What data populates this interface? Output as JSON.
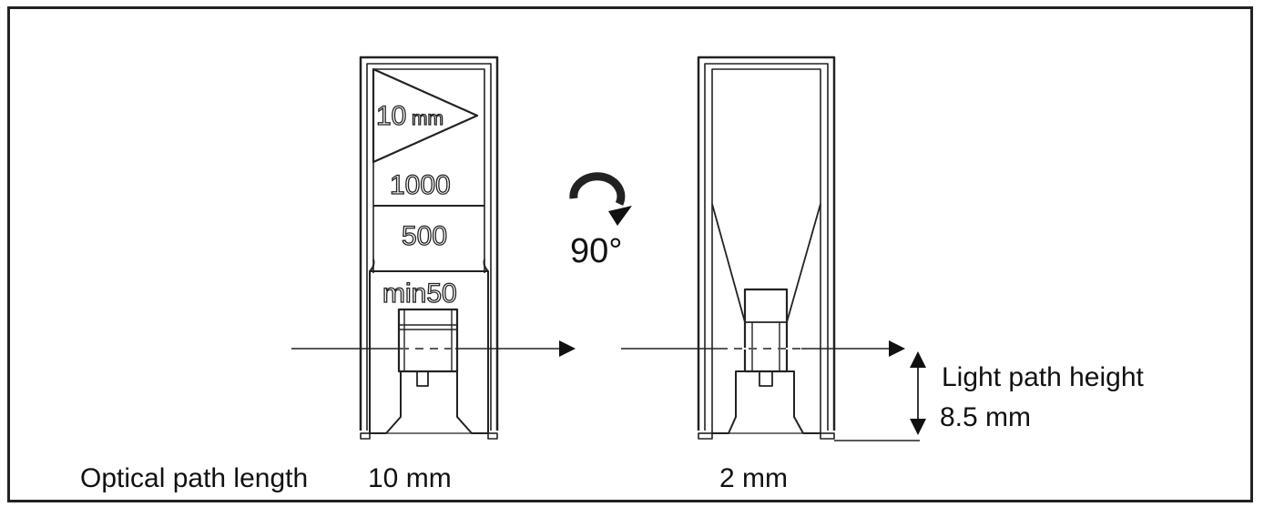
{
  "left_cuvette": {
    "labels": {
      "mark_10mm_num": "10",
      "mark_10mm_unit": "mm",
      "vol_1000": "1000",
      "vol_500": "500",
      "vol_min": "min50"
    }
  },
  "rotation": {
    "angle_label": "90°"
  },
  "right_cuvette": {},
  "captions": {
    "optical_path_length_label": "Optical path length",
    "optical_path_length_value": "10 mm",
    "right_width_value": "2 mm",
    "light_path_height_label": "Light path height",
    "light_path_height_value": "8.5 mm"
  },
  "colors": {
    "stroke": "#222222",
    "background": "#ffffff"
  }
}
